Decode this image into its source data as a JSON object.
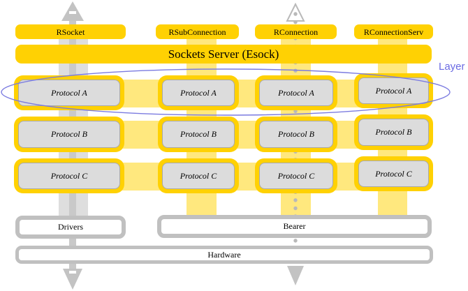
{
  "diagram": {
    "title_context": "Sockets architecture stack",
    "api_boxes": [
      {
        "label": "RSocket"
      },
      {
        "label": "RSubConnection"
      },
      {
        "label": "RConnection"
      },
      {
        "label": "RConnectionServ"
      }
    ],
    "server": {
      "label": "Sockets Server (Esock)"
    },
    "protocol_rows": [
      {
        "label": "Protocol A"
      },
      {
        "label": "Protocol B"
      },
      {
        "label": "Protocol C"
      }
    ],
    "bottom": {
      "drivers_label": "Drivers",
      "bearer_label": "Bearer",
      "hardware_label": "Hardware"
    },
    "annotation": {
      "layer_label": "Layer"
    },
    "icons": {
      "up_arrow_solid": "solid gray up arrow (column 1)",
      "up_arrow_outline": "outlined gray up arrow (column 3)",
      "dotted_flow_line": "gray dotted vertical flow line (column 3)",
      "down_arrow_solid_left": "solid gray down arrow (column 1)",
      "down_arrow_solid_right": "solid gray down arrow (column 3)"
    },
    "colors": {
      "bright_yellow": "#ffd103",
      "light_yellow": "#ffe87e",
      "box_gray_fill": "#dcdcdc",
      "structure_gray": "#c0c0c0",
      "annotation_blue": "#6b6be3"
    }
  }
}
